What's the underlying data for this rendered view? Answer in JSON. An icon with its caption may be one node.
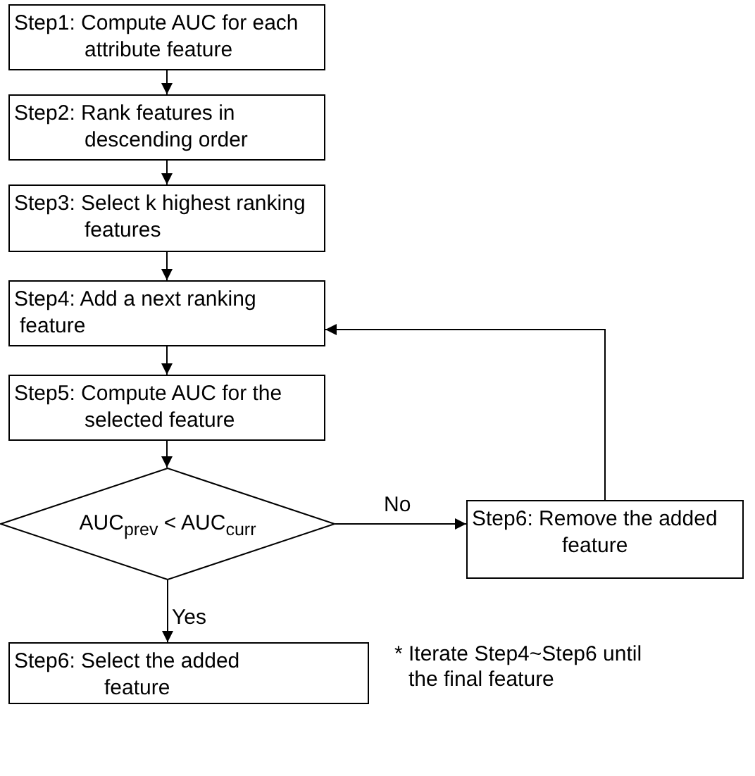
{
  "diagram": {
    "nodes": [
      {
        "text": [
          "Step1: Compute AUC for each attribute feature"
        ]
      },
      {
        "text": [
          "Step2: Rank features in descending order"
        ]
      },
      {
        "text": [
          "Step3: Select k highest ranking features"
        ]
      },
      {
        "text": [
          "Step4: Add a next ranking feature"
        ]
      },
      {
        "text": [
          "Step5: Compute AUC for the selected feature"
        ]
      },
      {
        "text": [
          "AUC$_{prev}$ < AUC$_{curr}$"
        ]
      },
      {
        "text": [
          "Step6: Remove the added feature"
        ]
      },
      {
        "text": [
          "Step6: Select the added feature"
        ]
      }
    ],
    "edges": [
      {
        "from": 0,
        "to": 1,
        "arrow": "to"
      },
      {
        "from": 1,
        "to": 2,
        "arrow": "to"
      },
      {
        "from": 2,
        "to": 3,
        "arrow": "to"
      },
      {
        "from": 3,
        "to": 4,
        "arrow": "to"
      },
      {
        "from": 4,
        "to": 5,
        "arrow": "to"
      },
      {
        "from": 5,
        "to": 6,
        "arrow": "to",
        "label": "No"
      },
      {
        "from": 6,
        "to": 3,
        "arrow": "to"
      },
      {
        "from": 5,
        "to": 7,
        "arrow": "to",
        "label": "Yes"
      }
    ],
    "labels": [
      "* Iterate Step4~Step6 until the final feature"
    ]
  }
}
